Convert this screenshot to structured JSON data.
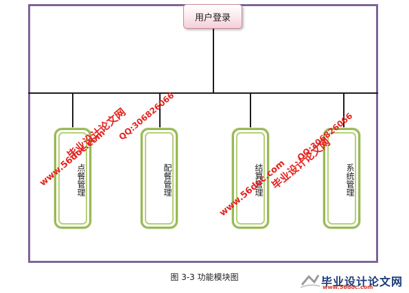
{
  "diagram": {
    "root": {
      "label": "用户登录"
    },
    "modules": [
      {
        "label": "点餐管理"
      },
      {
        "label": "配餐管理"
      },
      {
        "label": "结算管理"
      },
      {
        "label": "系统管理"
      }
    ]
  },
  "caption": "图 3-3 功能模块图",
  "watermarks": {
    "site_name": "毕业设计论文网",
    "url": "www.56doc.com",
    "qq": "QQ:306826066"
  },
  "logo": {
    "text": "毕业设计论文网",
    "url": "www.56doc.com"
  },
  "colors": {
    "frame": "#7e6496",
    "module_border": "#98b954",
    "root_fill": "#f4cfd8",
    "watermark": "#e4231e"
  }
}
